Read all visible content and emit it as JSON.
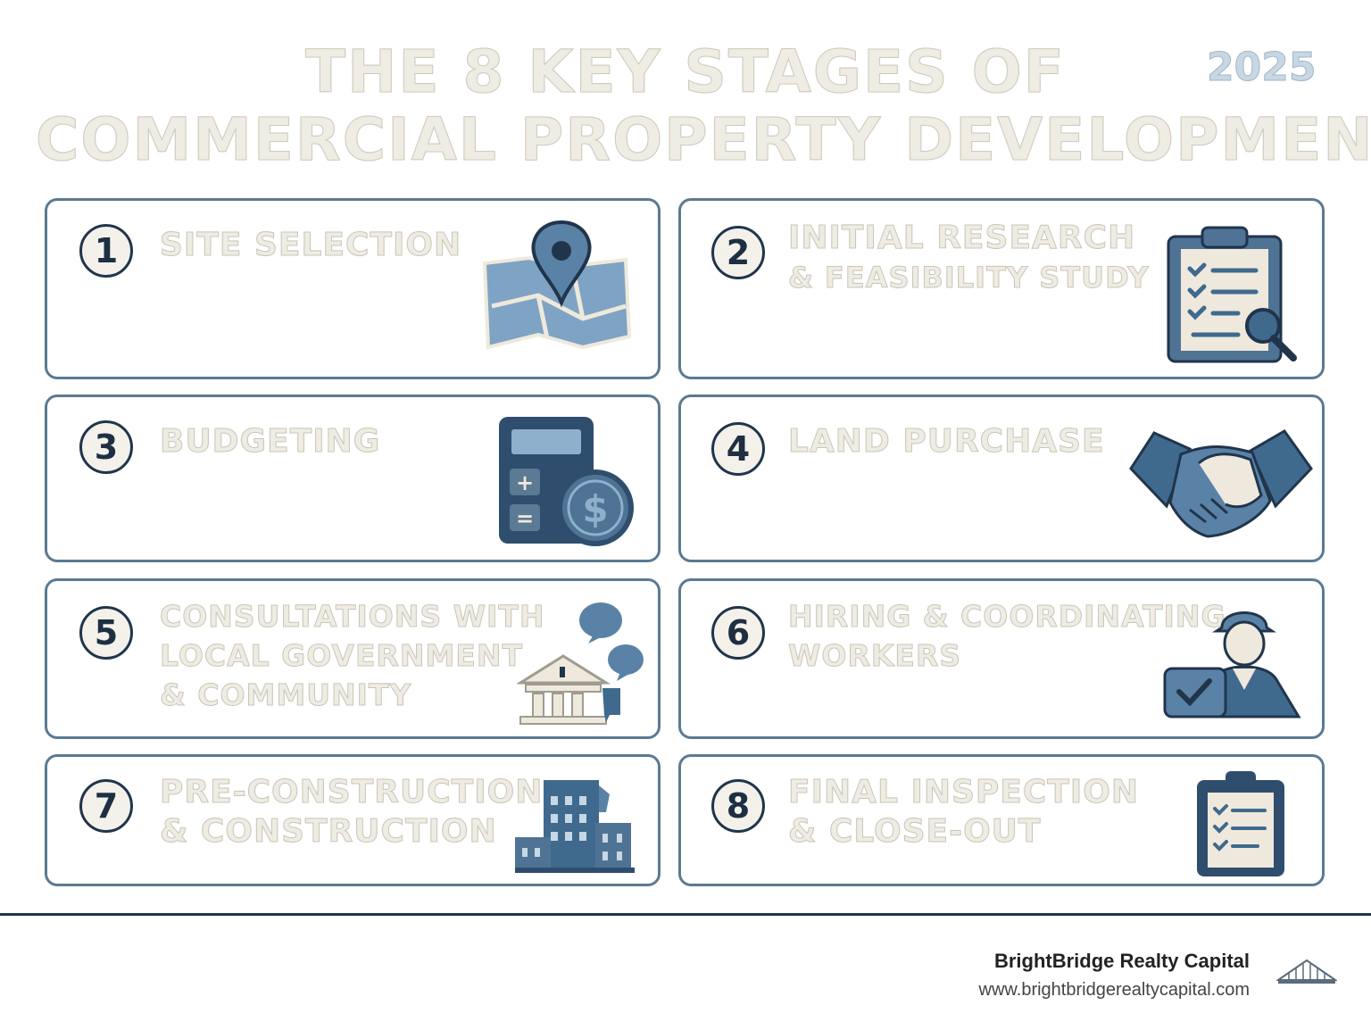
{
  "title": {
    "line1": "THE 8 KEY STAGES OF",
    "line2": "COMMERCIAL PROPERTY DEVELOPMENT",
    "year": "2025"
  },
  "colors": {
    "accent": "#5b7a93",
    "dark": "#20354c",
    "icon_light": "#7fa3c4",
    "label_fill": "#efece3"
  },
  "stages": [
    {
      "number": "1",
      "lines": [
        "SITE SELECTION"
      ],
      "icon": "map-pin-icon"
    },
    {
      "number": "2",
      "lines": [
        "INITIAL RESEARCH",
        "& FEASIBILITY STUDY"
      ],
      "icon": "clipboard-magnifier-icon"
    },
    {
      "number": "3",
      "lines": [
        "BUDGETING"
      ],
      "icon": "calculator-coin-icon"
    },
    {
      "number": "4",
      "lines": [
        "LAND PURCHASE"
      ],
      "icon": "handshake-icon"
    },
    {
      "number": "5",
      "lines": [
        "CONSULTATIONS WITH",
        "LOCAL GOVERNMENT",
        "& COMMUNITY"
      ],
      "icon": "government-building-icon"
    },
    {
      "number": "6",
      "lines": [
        "HIRING & COORDINATING",
        "WORKERS"
      ],
      "icon": "worker-icon"
    },
    {
      "number": "7",
      "lines": [
        "PRE-CONSTRUCTION",
        "& CONSTRUCTION"
      ],
      "icon": "buildings-icon"
    },
    {
      "number": "8",
      "lines": [
        "FINAL INSPECTION",
        "& CLOSE-OUT"
      ],
      "icon": "checklist-icon"
    }
  ],
  "footer": {
    "company": "BrightBridge Realty Capital",
    "url": "www.brightbridgerealtycapital.com"
  }
}
